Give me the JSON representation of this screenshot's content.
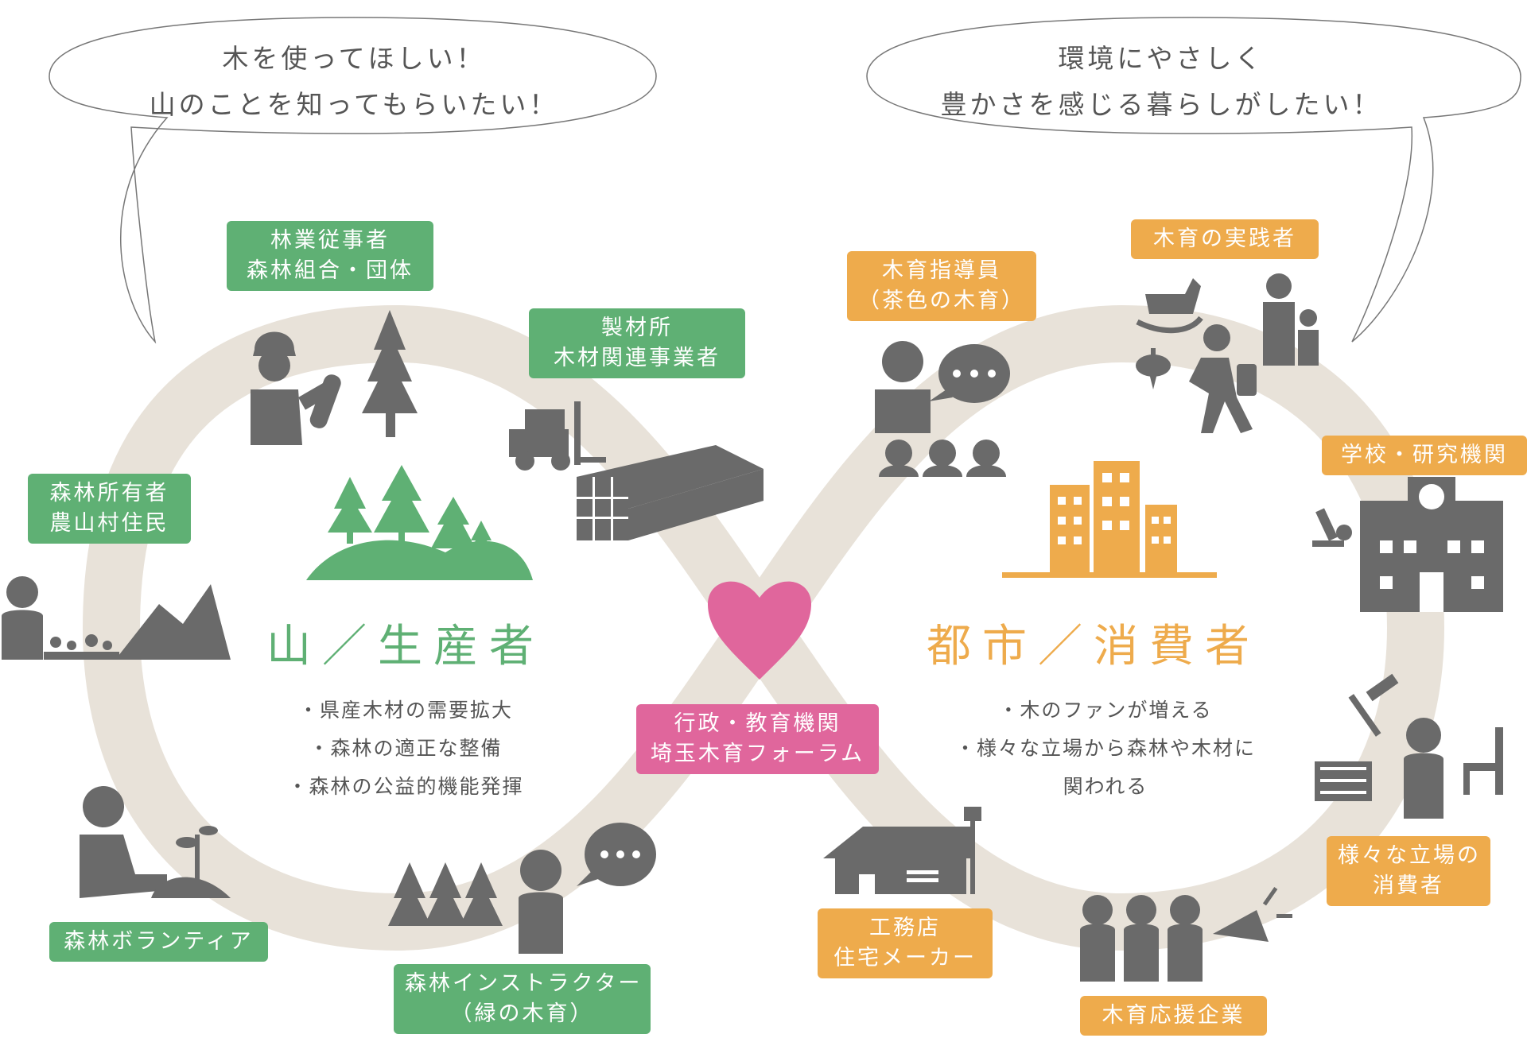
{
  "colors": {
    "ring": "#e8e2d9",
    "icon_gray": "#6a6a6a",
    "green": "#5fb074",
    "orange": "#eeab4c",
    "pink": "#e0669c",
    "text_gray": "#555555"
  },
  "bubbles": {
    "left": [
      "木を使ってほしい！",
      "山のことを知ってもらいたい！"
    ],
    "right": [
      "環境にやさしく",
      "豊かさを感じる暮らしがしたい！"
    ]
  },
  "center": {
    "heart_icon": "heart-icon",
    "label": [
      "行政・教育機関",
      "埼玉木育フォーラム"
    ]
  },
  "producer": {
    "title": "山／生産者",
    "bullets": [
      "・県産木材の需要拡大",
      "・森林の適正な整備",
      "・森林の公益的機能発揮"
    ]
  },
  "consumer": {
    "title": "都市／消費者",
    "bullets": [
      "・木のファンが増える",
      "・様々な立場から森林や木材に",
      "関われる"
    ]
  },
  "labels": {
    "forestry_workers": [
      "林業従事者",
      "森林組合・団体"
    ],
    "sawmill": [
      "製材所",
      "木材関連事業者"
    ],
    "forest_owners": [
      "森林所有者",
      "農山村住民"
    ],
    "volunteer": [
      "森林ボランティア"
    ],
    "instructor": [
      "森林インストラクター",
      "（緑の木育）"
    ],
    "mokuiku_leader": [
      "木育指導員",
      "（茶色の木育）"
    ],
    "practitioner": [
      "木育の実践者"
    ],
    "school": [
      "学校・研究機関"
    ],
    "consumers": [
      "様々な立場の",
      "消費者"
    ],
    "builder": [
      "工務店",
      "住宅メーカー"
    ],
    "support_company": [
      "木育応援企業"
    ]
  }
}
